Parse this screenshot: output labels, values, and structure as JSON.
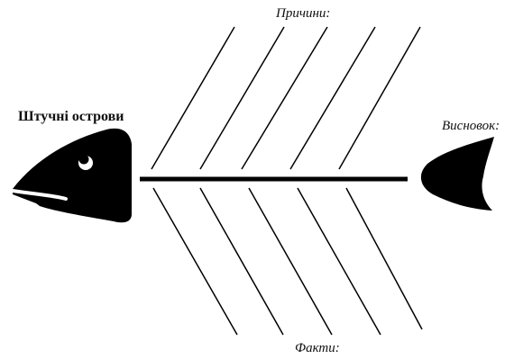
{
  "diagram": {
    "type": "fishbone",
    "topic": "Штучні острови",
    "causes_label": "Причини:",
    "facts_label": "Факти:",
    "conclusion_label": "Висновок:",
    "bones_top_count": 5,
    "bones_bottom_count": 5
  },
  "colors": {
    "ink": "#000000",
    "background": "#ffffff"
  }
}
